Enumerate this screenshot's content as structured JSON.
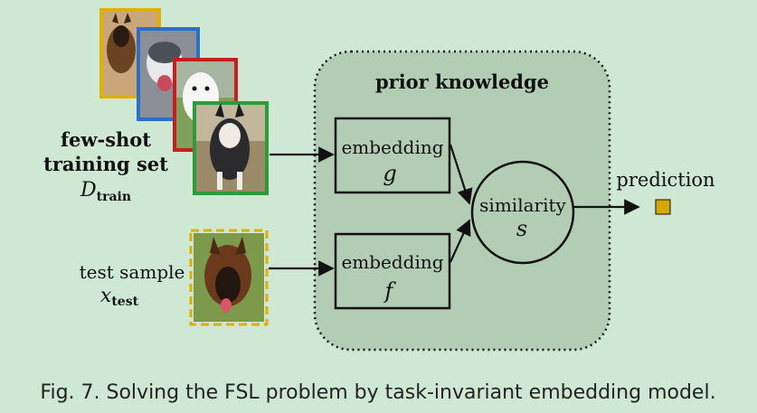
{
  "diagram": {
    "prior_knowledge_label": "prior knowledge",
    "training_set": {
      "line1": "few-shot",
      "line2": "training set",
      "symbol_main": "D",
      "symbol_sub": "train"
    },
    "test_sample": {
      "line1": "test sample",
      "symbol_main": "x",
      "symbol_sub": "test"
    },
    "embedding_g": {
      "label": "embedding",
      "symbol": "g"
    },
    "embedding_f": {
      "label": "embedding",
      "symbol": "f"
    },
    "similarity": {
      "label": "similarity",
      "symbol": "s"
    },
    "prediction_label": "prediction",
    "images": [
      {
        "name": "german-shepherd-image",
        "frame_color": "#e0b000"
      },
      {
        "name": "husky-image",
        "frame_color": "#2a6fc9"
      },
      {
        "name": "samoyed-image",
        "frame_color": "#c81e1e"
      },
      {
        "name": "malamute-image",
        "frame_color": "#2f9a3a"
      }
    ],
    "test_image": {
      "name": "test-german-shepherd-image",
      "frame_color": "#e0b000"
    },
    "prediction_color": "#d4a800"
  },
  "caption": "Fig. 7.  Solving the FSL problem by task-invariant embedding model."
}
